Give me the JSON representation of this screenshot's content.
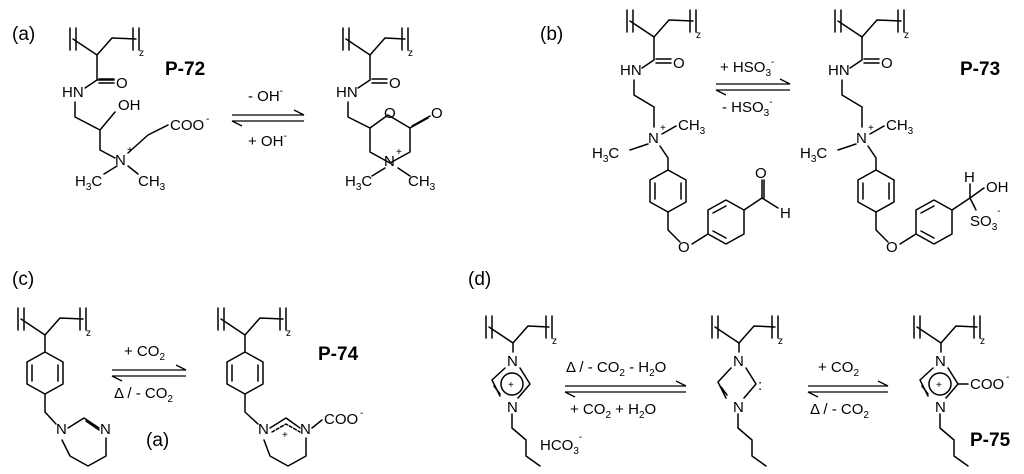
{
  "panels": [
    {
      "label": "(a)",
      "polymer": "P-72",
      "forward": "- OH",
      "forward_sup": "-",
      "reverse": "+ OH",
      "reverse_sup": "-"
    },
    {
      "label": "(b)",
      "polymer": "P-73",
      "forward": "+ HSO",
      "forward_sub": "3",
      "forward_sup": "-",
      "reverse": "- HSO",
      "reverse_sub": "3",
      "reverse_sup": "-"
    },
    {
      "label": "(c)",
      "polymer": "P-74",
      "forward": "+ CO",
      "forward_sub": "2",
      "reverse": "Δ / - CO",
      "reverse_sub": "2",
      "sublabel": "(a)"
    },
    {
      "label": "(d)",
      "polymer": "P-75",
      "step1_forward": "Δ / - CO",
      "step1_forward_sub": "2",
      "step1_forward_tail": " - H",
      "step1_forward_sub2": "2",
      "step1_forward_end": "O",
      "step1_reverse": "+ CO",
      "step1_reverse_sub": "2",
      "step1_reverse_tail": " + H",
      "step1_reverse_sub2": "2",
      "step1_reverse_end": "O",
      "step2_forward": "+ CO",
      "step2_forward_sub": "2",
      "step2_reverse": "Δ / - CO",
      "step2_reverse_sub": "2"
    }
  ],
  "atoms": {
    "z": "z",
    "HN": "HN",
    "O": "O",
    "OH": "OH",
    "H": "H",
    "N": "N",
    "N_plus": "N",
    "plus": "+",
    "minus": "-",
    "H3C": "H",
    "H3C_sub": "3",
    "H3C_C": "C",
    "CH3": "CH",
    "CH3_sub": "3",
    "COO": "COO",
    "SO3": "SO",
    "SO3_sub": "3",
    "HCO3": "HCO",
    "HCO3_sub": "3",
    "ring_plus": "+",
    "carbene": ":"
  }
}
